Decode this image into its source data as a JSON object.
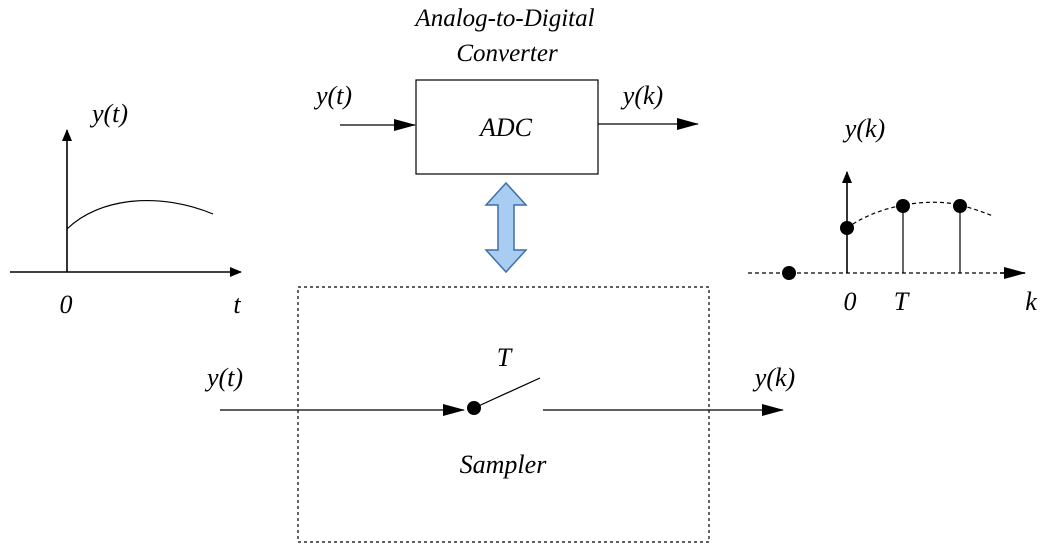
{
  "adc": {
    "title_line1": "Analog-to-Digital",
    "title_line2": "Converter",
    "box_label": "ADC",
    "input_label": "y(t)",
    "output_label": "y(k)"
  },
  "sampler": {
    "box_label": "Sampler",
    "switch_label": "T",
    "input_label": "y(t)",
    "output_label": "y(k)"
  },
  "continuous_plot": {
    "y_label": "y(t)",
    "origin_label": "0",
    "x_label": "t"
  },
  "discrete_plot": {
    "y_label": "y(k)",
    "origin_label": "0",
    "period_label": "T",
    "x_label": "k"
  },
  "colors": {
    "equivalence_arrow_fill": "#a9cdf2",
    "equivalence_arrow_stroke": "#3d6fa8"
  }
}
